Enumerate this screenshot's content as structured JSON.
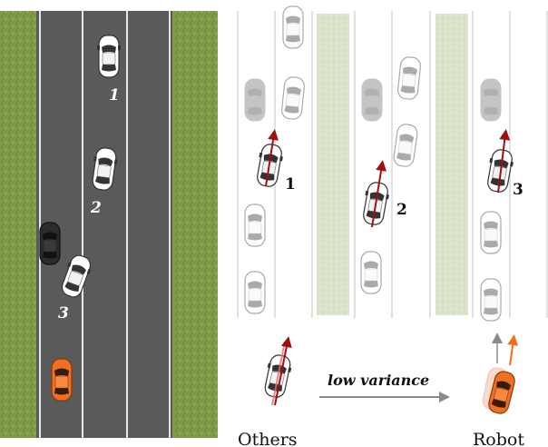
{
  "road_labels": [
    "1",
    "2",
    "3"
  ],
  "lane_labels": [
    "1",
    "2",
    "3"
  ],
  "legend": {
    "others": "Others",
    "robot": "Robot",
    "arrow_caption": "low variance"
  },
  "colors": {
    "grass": "#7f9a4a",
    "asphalt": "#5a5a5a",
    "lane_marking": "#e6e6e6",
    "median": "#d9e1c8",
    "robot_car": "#f07020",
    "other_car": "#ffffff",
    "dark_car": "#2b2b2b",
    "intent_arrow": "#a01010",
    "robot_arrow": "#f07020",
    "grey_arrow": "#8a8a8a"
  }
}
